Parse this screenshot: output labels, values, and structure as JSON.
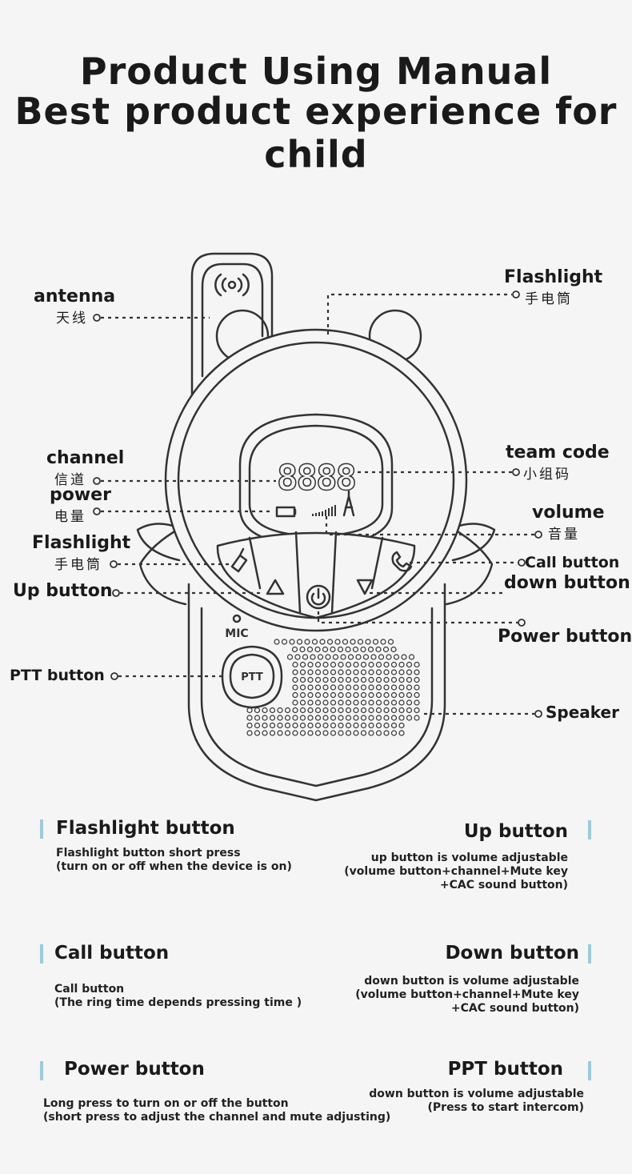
{
  "header": {
    "title_line1": "Product Using Manual",
    "title_line2": "Best product experience for child"
  },
  "device": {
    "lcd_digits": "8888",
    "mic_label": "MIC",
    "ptt_label": "PTT"
  },
  "callouts": {
    "antenna": {
      "en": "antenna",
      "zh": "天线"
    },
    "flashlight_top": {
      "en": "Flashlight",
      "zh": "手电筒"
    },
    "channel": {
      "en": "channel",
      "zh": "信道"
    },
    "power": {
      "en": "power",
      "zh": "电量"
    },
    "team_code": {
      "en": "team code",
      "zh": "小组码"
    },
    "volume": {
      "en": "volume",
      "zh": "音量"
    },
    "flashlight_left": {
      "en": "Flashlight",
      "zh": "手电筒"
    },
    "call_button": "Call button",
    "up_button": "Up button",
    "down_button": "down button",
    "power_button": "Power button",
    "ptt_button": "PTT button",
    "speaker": "Speaker"
  },
  "sections": [
    {
      "title": "Flashlight button",
      "lines": [
        "Flashlight button short press",
        "(turn on or off when the device is on)"
      ]
    },
    {
      "title": "Up button",
      "lines": [
        "up button is volume adjustable",
        "(volume button+channel+Mute key",
        "+CAC sound button)"
      ]
    },
    {
      "title": "Call button",
      "lines": [
        "Call button",
        "(The ring time depends pressing time )"
      ]
    },
    {
      "title": "Down button",
      "lines": [
        "down button is volume adjustable",
        "(volume button+channel+Mute key",
        "+CAC sound button)"
      ]
    },
    {
      "title": "Power button",
      "lines": [
        "Long press to turn on or off the button",
        "(short press to adjust the channel and mute adjusting)"
      ]
    },
    {
      "title": "PPT button",
      "lines": [
        "down button is volume adjustable",
        "(Press to start intercom)"
      ]
    }
  ],
  "colors": {
    "accent_bar": "#9ccbd8",
    "line": "#333333"
  }
}
